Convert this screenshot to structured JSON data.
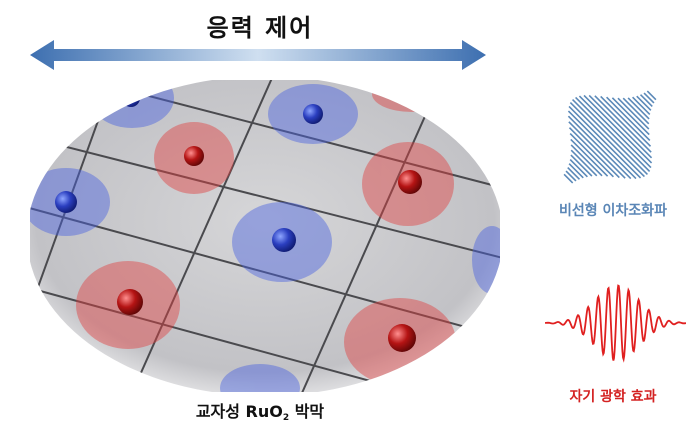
{
  "title": "응력 제어",
  "caption": {
    "prefix": "교자성 RuO",
    "subscript": "2",
    "suffix": " 박막"
  },
  "right_labels": {
    "shg": "비선형 이차조화파",
    "mo": "자기 광학 효과"
  },
  "colors": {
    "blue": "#3a55c8",
    "red": "#c01818",
    "arrow": "#5d8cc4",
    "shg_wave": "#5b89b8",
    "mo_wave": "#e02020"
  }
}
